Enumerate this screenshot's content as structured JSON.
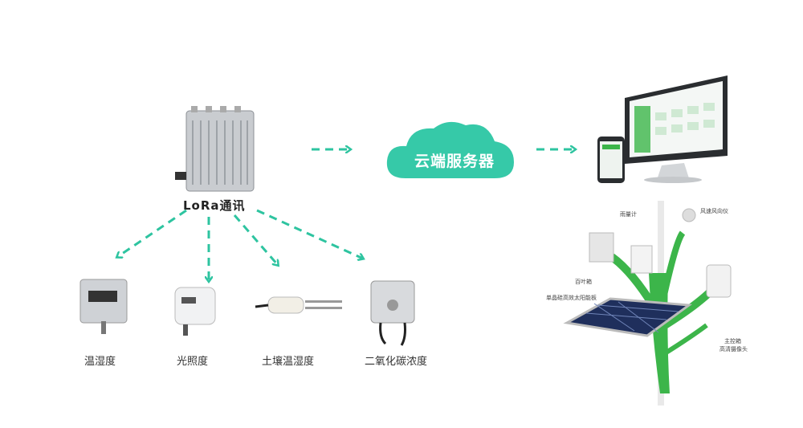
{
  "gateway": {
    "label": "LoRa通讯"
  },
  "cloud": {
    "label": "云端服务器"
  },
  "sensors": [
    {
      "label": "温湿度"
    },
    {
      "label": "光照度"
    },
    {
      "label": "土壤温湿度"
    },
    {
      "label": "二氧化碳浓度"
    }
  ],
  "station_callouts": {
    "rain_gauge": "雨量计",
    "wind": "风速风向仪",
    "louver": "百叶箱",
    "solar_panel": "单晶硅高效太阳能板",
    "camera_1": "主控箱",
    "camera_2": "高清摄像头"
  },
  "colors": {
    "arrow": "#2ec4a0",
    "cloud": "#36c9a8",
    "tree": "#3cb54a"
  }
}
